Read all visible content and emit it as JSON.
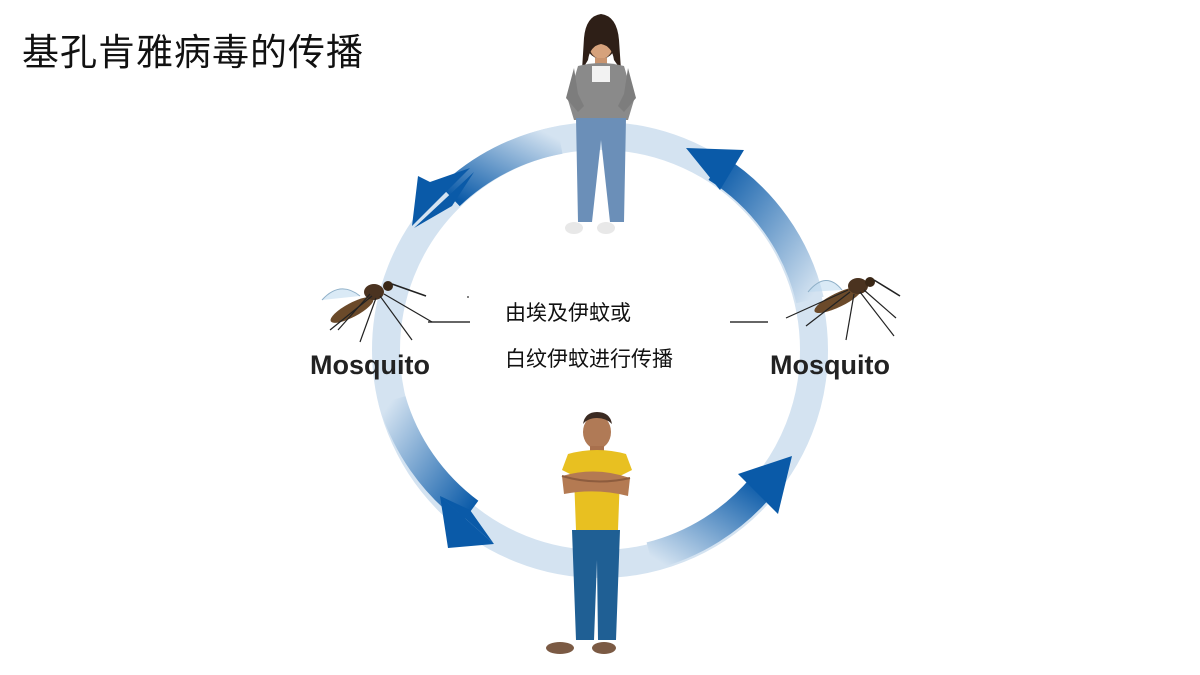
{
  "title": "基孔肯雅病毒的传播",
  "center_text": {
    "line1": "由埃及伊蚊或",
    "line2": "白纹伊蚊进行传播"
  },
  "left_label": "Mosquito",
  "right_label": "Mosquito",
  "colors": {
    "arrow_dark": "#0a5aa8",
    "arrow_light": "#d4e3f1",
    "shirt_yellow": "#e8c021",
    "jeans_blue": "#1f5f94",
    "woman_top": "#8a8a8a",
    "woman_jeans": "#6b8fb8",
    "mosquito_body": "#6b4a2a"
  },
  "icons": [
    "woman-figure",
    "man-figure",
    "mosquito-left",
    "mosquito-right",
    "cycle-arrows"
  ]
}
